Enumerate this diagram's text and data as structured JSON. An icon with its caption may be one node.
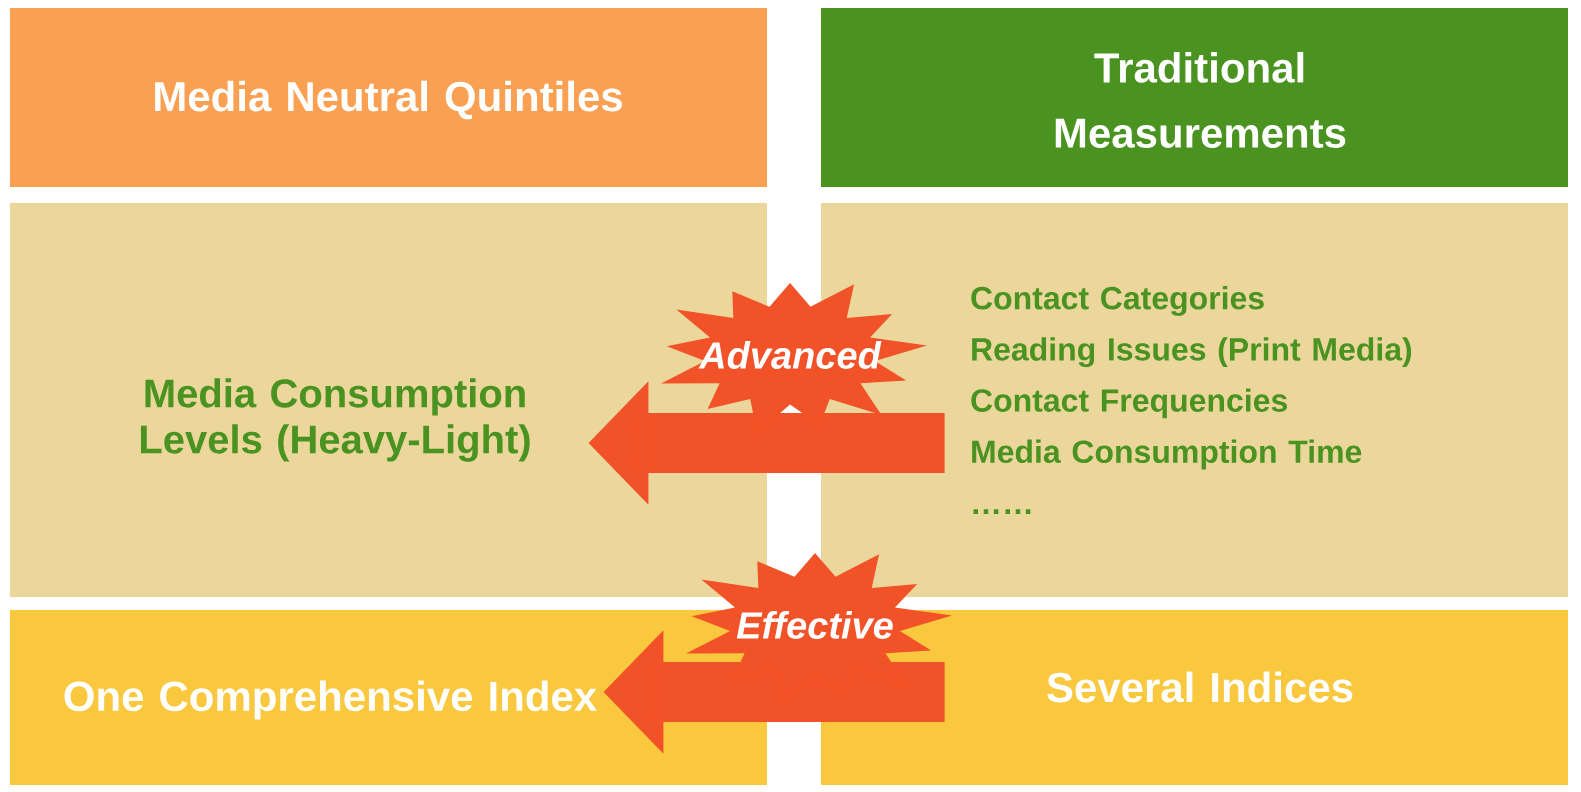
{
  "diagram": {
    "nodes": [
      {
        "text": [
          "Media Neutral Quintiles"
        ]
      },
      {
        "text": [
          "Traditional Measurements"
        ]
      },
      {
        "text": [
          "Media Consumption Levels (Heavy-Light)"
        ]
      },
      {
        "text": [
          "Contact Categories",
          "Reading Issues (Print Media)",
          "Contact Frequencies",
          "Media Consumption Time",
          "……"
        ]
      },
      {
        "text": [
          "One Comprehensive Index"
        ]
      },
      {
        "text": [
          "Several Indices"
        ]
      }
    ],
    "edges": [
      {
        "from": 3,
        "to": 2,
        "arrow": "to",
        "label": "Advanced"
      },
      {
        "from": 5,
        "to": 4,
        "arrow": "to",
        "label": "Effective"
      }
    ]
  }
}
